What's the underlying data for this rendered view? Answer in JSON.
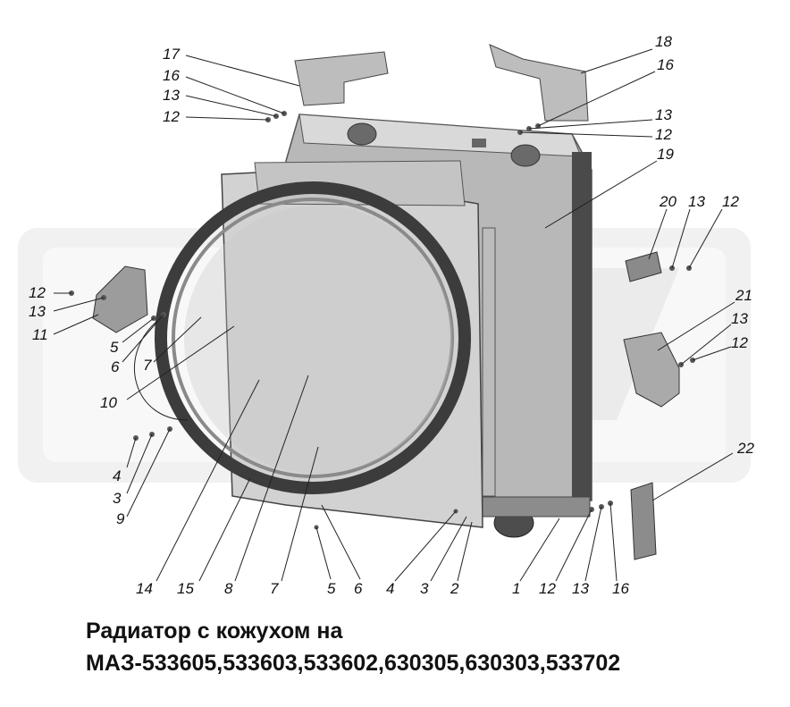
{
  "caption": {
    "line1": "Радиатор с кожухом на",
    "line2": "МАЗ-533605,533603,533602,630305,630303,533702"
  },
  "callouts": {
    "c17": "17",
    "c16a": "16",
    "c13a": "13",
    "c12a": "12",
    "c18": "18",
    "c16b": "16",
    "c13b": "13",
    "c12b": "12",
    "c19": "19",
    "c20": "20",
    "c13c": "13",
    "c12c": "12",
    "c21": "21",
    "c13d": "13",
    "c12d": "12",
    "c22": "22",
    "c12e": "12",
    "c13e": "13",
    "c11": "11",
    "c5a": "5",
    "c6a": "6",
    "c7a": "7",
    "c10": "10",
    "c4a": "4",
    "c3a": "3",
    "c9": "9",
    "c14": "14",
    "c15": "15",
    "c8": "8",
    "c7b": "7",
    "c5b": "5",
    "c6b": "6",
    "c4b": "4",
    "c3b": "3",
    "c2": "2",
    "c1": "1",
    "c12f": "12",
    "c13f": "13",
    "c16c": "16"
  },
  "colors": {
    "ink": "#111111",
    "body_light": "#cfcfcf",
    "body_mid": "#a9a9a9",
    "body_dark": "#555555",
    "watermark": "#e3e3e3"
  }
}
